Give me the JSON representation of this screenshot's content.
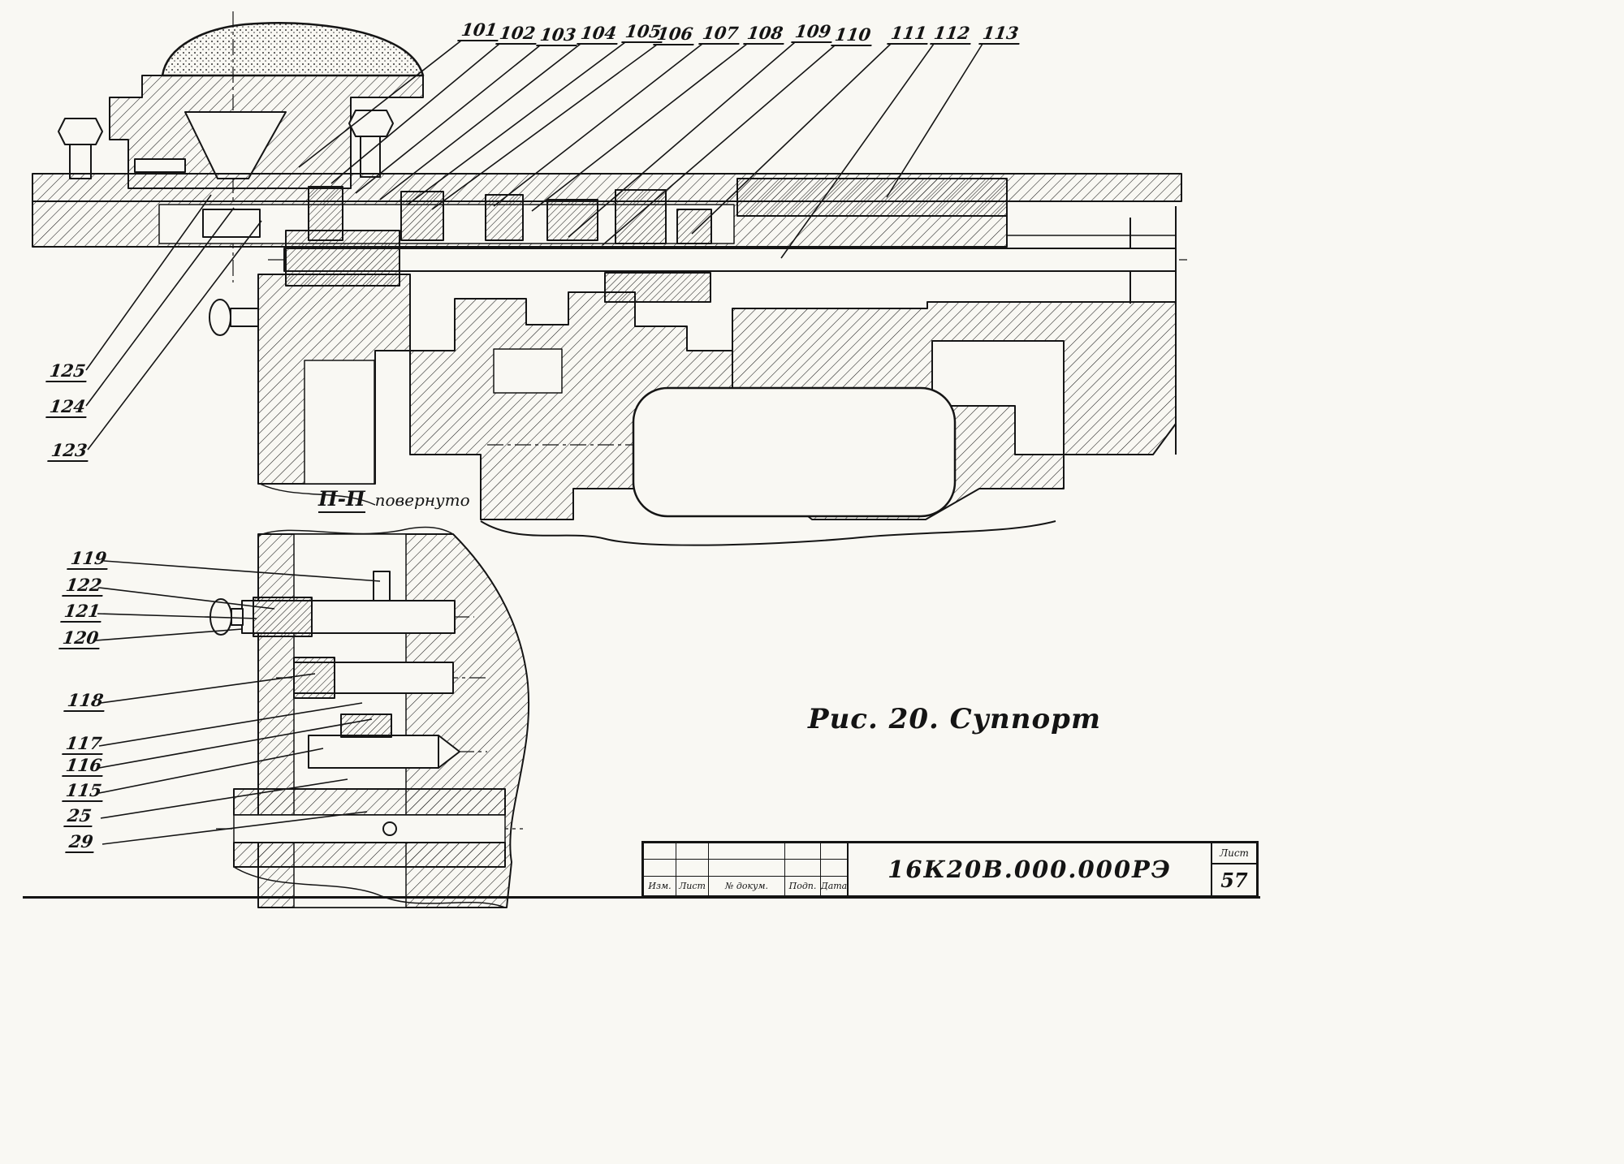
{
  "figure": {
    "caption": "Рис. 20. Суппорт",
    "section_view": {
      "label": "П-П",
      "note": "повернуто"
    }
  },
  "callouts": {
    "top": [
      {
        "label": "101"
      },
      {
        "label": "102"
      },
      {
        "label": "103"
      },
      {
        "label": "104"
      },
      {
        "label": "105"
      },
      {
        "label": "106"
      },
      {
        "label": "107"
      },
      {
        "label": "108"
      },
      {
        "label": "109"
      },
      {
        "label": "110"
      },
      {
        "label": "111"
      },
      {
        "label": "112"
      },
      {
        "label": "113"
      }
    ],
    "left": [
      {
        "label": "125"
      },
      {
        "label": "124"
      },
      {
        "label": "123"
      }
    ],
    "detail": [
      {
        "label": "119"
      },
      {
        "label": "122"
      },
      {
        "label": "121"
      },
      {
        "label": "120"
      },
      {
        "label": "118"
      },
      {
        "label": "117"
      },
      {
        "label": "116"
      },
      {
        "label": "115"
      },
      {
        "label": "25"
      },
      {
        "label": "29"
      }
    ]
  },
  "title_block": {
    "doc_number": "16К20В.000.000РЭ",
    "sheet_label": "Лист",
    "sheet_number": "57",
    "columns": [
      "Изм.",
      "Лист",
      "№ докум.",
      "Подп.",
      "Дата"
    ]
  }
}
